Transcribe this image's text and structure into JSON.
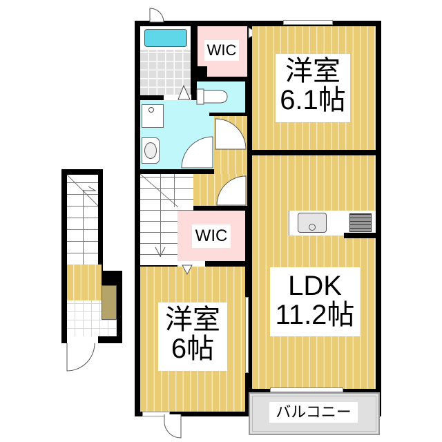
{
  "floorplan": {
    "rooms": {
      "bedroom_north": {
        "name": "洋室",
        "size": "6.1帖"
      },
      "bedroom_south": {
        "name": "洋室",
        "size": "6帖"
      },
      "ldk": {
        "name": "LDK",
        "size": "11.2帖"
      },
      "wic_north": {
        "name": "WIC"
      },
      "wic_south": {
        "name": "WIC"
      },
      "balcony": {
        "name": "バルコニー"
      }
    },
    "colors": {
      "wall": "#000000",
      "wood_floor": "#e9cc74",
      "wet_area": "#bff7fb",
      "closet": "#ffdcdc",
      "bath_tile": "#dedede",
      "balcony": "#e0e0e0",
      "storage": "#b5a46a"
    },
    "icons": [
      "bathtub-icon",
      "toilet-icon",
      "washbasin-icon",
      "washing-machine-icon",
      "kitchen-sink-icon",
      "gas-stove-icon",
      "stairs-icon",
      "door-swing-icon",
      "window-icon"
    ]
  }
}
